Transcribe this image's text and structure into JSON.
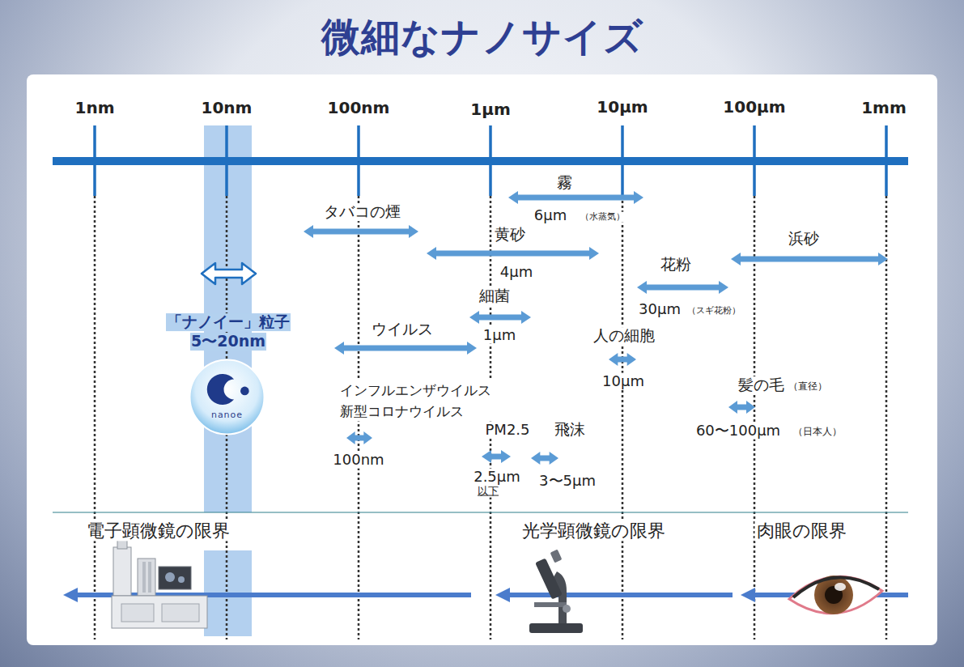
{
  "diagram": {
    "title": "微細なナノサイズ",
    "nodes": [
      {
        "text": [
          "nanoe"
        ]
      }
    ],
    "labels": [
      "1nm",
      "10nm",
      "100nm",
      "1μm",
      "10μm",
      "100μm",
      "1mm",
      "「ナノイー」粒子",
      "5〜20nm",
      "霧",
      "6μm",
      "（水蒸気）",
      "タバコの煙",
      "黄砂",
      "4μm",
      "浜砂",
      "花粉",
      "30μm",
      "（スギ花粉）",
      "細菌",
      "1μm",
      "ウイルス",
      "人の細胞",
      "10μm",
      "髪の毛",
      "（直径）",
      "60〜100μm",
      "（日本人）",
      "インフルエンザウイルス 新型コロナウイルス",
      "100nm",
      "PM2.5",
      "飛沫",
      "2.5μm",
      "以下",
      "3〜5μm",
      "電子顕微鏡の限界",
      "光学顕微鏡の限界",
      "肉眼の限界"
    ]
  }
}
